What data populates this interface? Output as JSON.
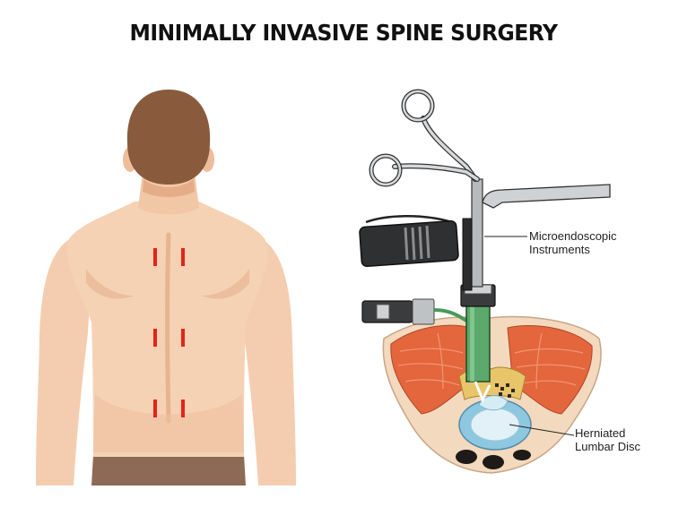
{
  "title": "MINIMALLY INVASIVE SPINE SURGERY",
  "labels": {
    "instruments_line1": "Microendoscopic",
    "instruments_line2": "Instruments",
    "disc_line1": "Herniated",
    "disc_line2": "Lumbar Disc"
  },
  "colors": {
    "skin": "#f6d2b4",
    "skin_shade": "#eab997",
    "hair": "#8a5a3c",
    "shorts": "#8d6a55",
    "incision": "#e3241b",
    "muscle": "#e4663c",
    "scope_tube": "#5aa86a"
  }
}
